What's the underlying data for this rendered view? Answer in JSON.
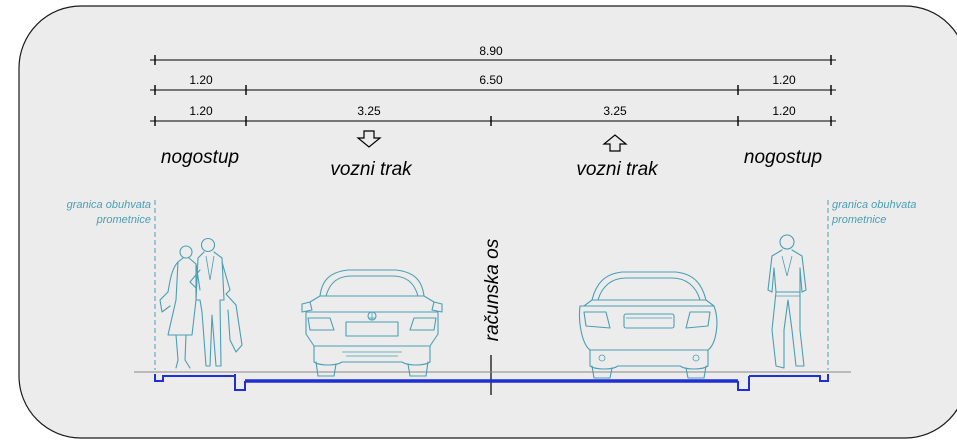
{
  "dimensions": {
    "total": "8.90",
    "row2": {
      "left": "1.20",
      "middle": "6.50",
      "right": "1.20"
    },
    "row3": {
      "left": "1.20",
      "lane1": "3.25",
      "lane2": "3.25",
      "right": "1.20"
    }
  },
  "labels": {
    "sidewalk_left": "nogostup",
    "lane_left": "vozni trak",
    "lane_right": "vozni trak",
    "sidewalk_right": "nogostup",
    "axis": "računska os"
  },
  "boundary": {
    "left": [
      "granica obuhvata",
      "prometnice"
    ],
    "right": [
      "granica obuhvata",
      "prometnice"
    ]
  },
  "icons": {
    "lane_left_arrow": "arrow-down-icon",
    "lane_right_arrow": "arrow-up-icon"
  },
  "colors": {
    "road_line": "#1f2fd6",
    "figure_stroke": "#4a9fb4",
    "frame": "#1a1a1a",
    "background": "#ececec"
  }
}
